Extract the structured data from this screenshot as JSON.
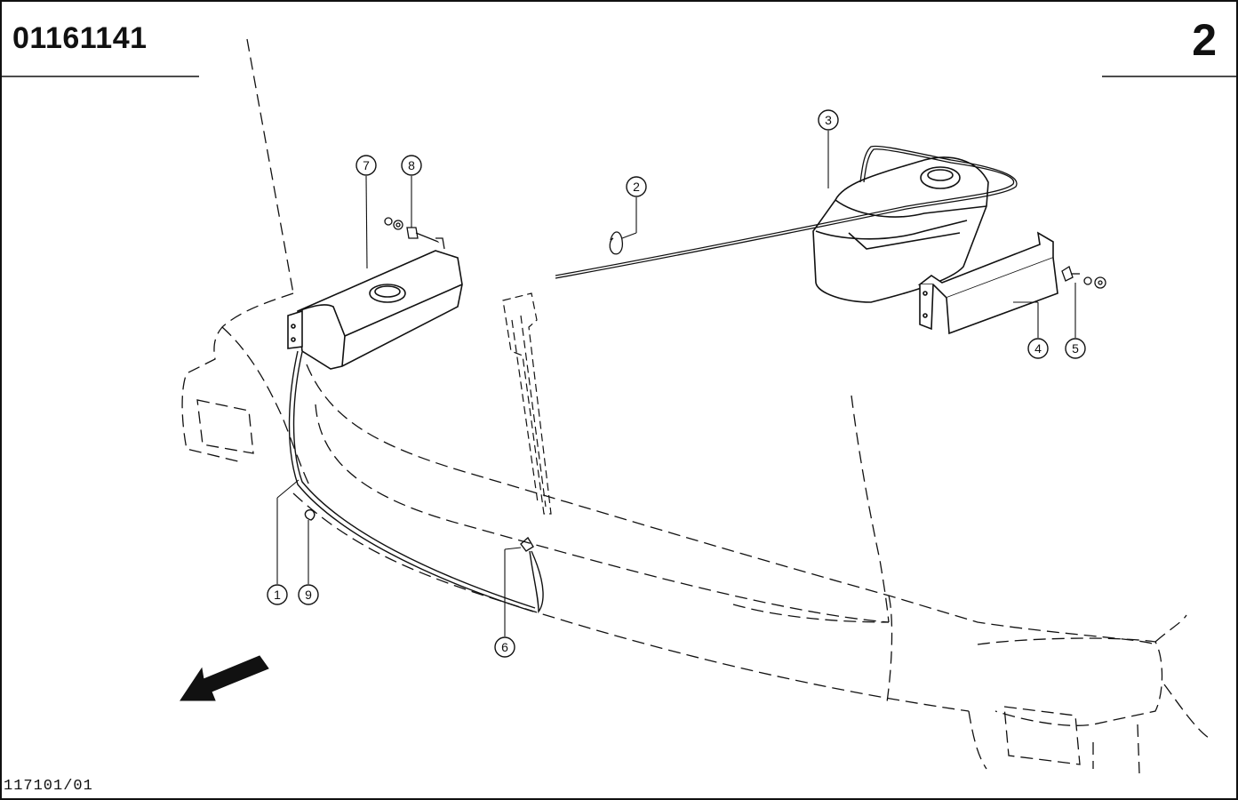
{
  "header": {
    "part_number": "01161141",
    "page_number": "2"
  },
  "footer": {
    "reference_code": "117101/01"
  },
  "callouts": [
    {
      "label": "1"
    },
    {
      "label": "2"
    },
    {
      "label": "3"
    },
    {
      "label": "4"
    },
    {
      "label": "5"
    },
    {
      "label": "6"
    },
    {
      "label": "7"
    },
    {
      "label": "8"
    },
    {
      "label": "9"
    }
  ],
  "colors": {
    "line": "#111111",
    "background": "#ffffff"
  },
  "icons": {
    "direction_arrow": "arrow-down-left-icon"
  }
}
